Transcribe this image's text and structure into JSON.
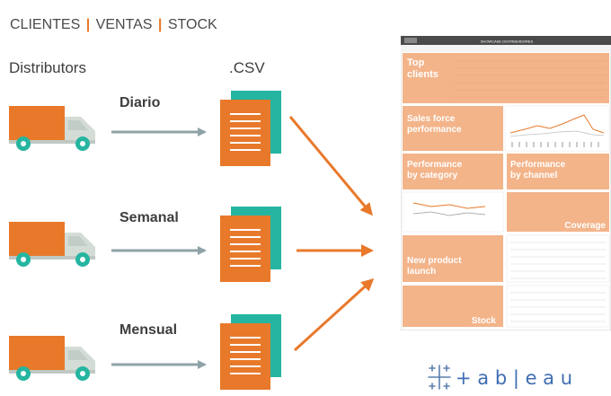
{
  "header": {
    "items": [
      "CLIENTES",
      "VENTAS",
      "STOCK"
    ],
    "separator": "|"
  },
  "columns": {
    "distributors": "Distributors",
    "csv": ".CSV"
  },
  "frequencies": [
    "Diario",
    "Semanal",
    "Mensual"
  ],
  "dashboard": {
    "top_title": "SHOWCASE DISTRIBUIDORES",
    "tiles": [
      "Top clients",
      "Sales force performance",
      "Performance by category",
      "Performance by channel",
      "Coverage",
      "New product launch",
      "Stock"
    ]
  },
  "logo": {
    "text": "+ a b | e a u"
  },
  "colors": {
    "orange": "#e8792b",
    "teal": "#25b5a0",
    "arrow_gray": "#8fa3a7",
    "text": "#3e3e3e"
  }
}
